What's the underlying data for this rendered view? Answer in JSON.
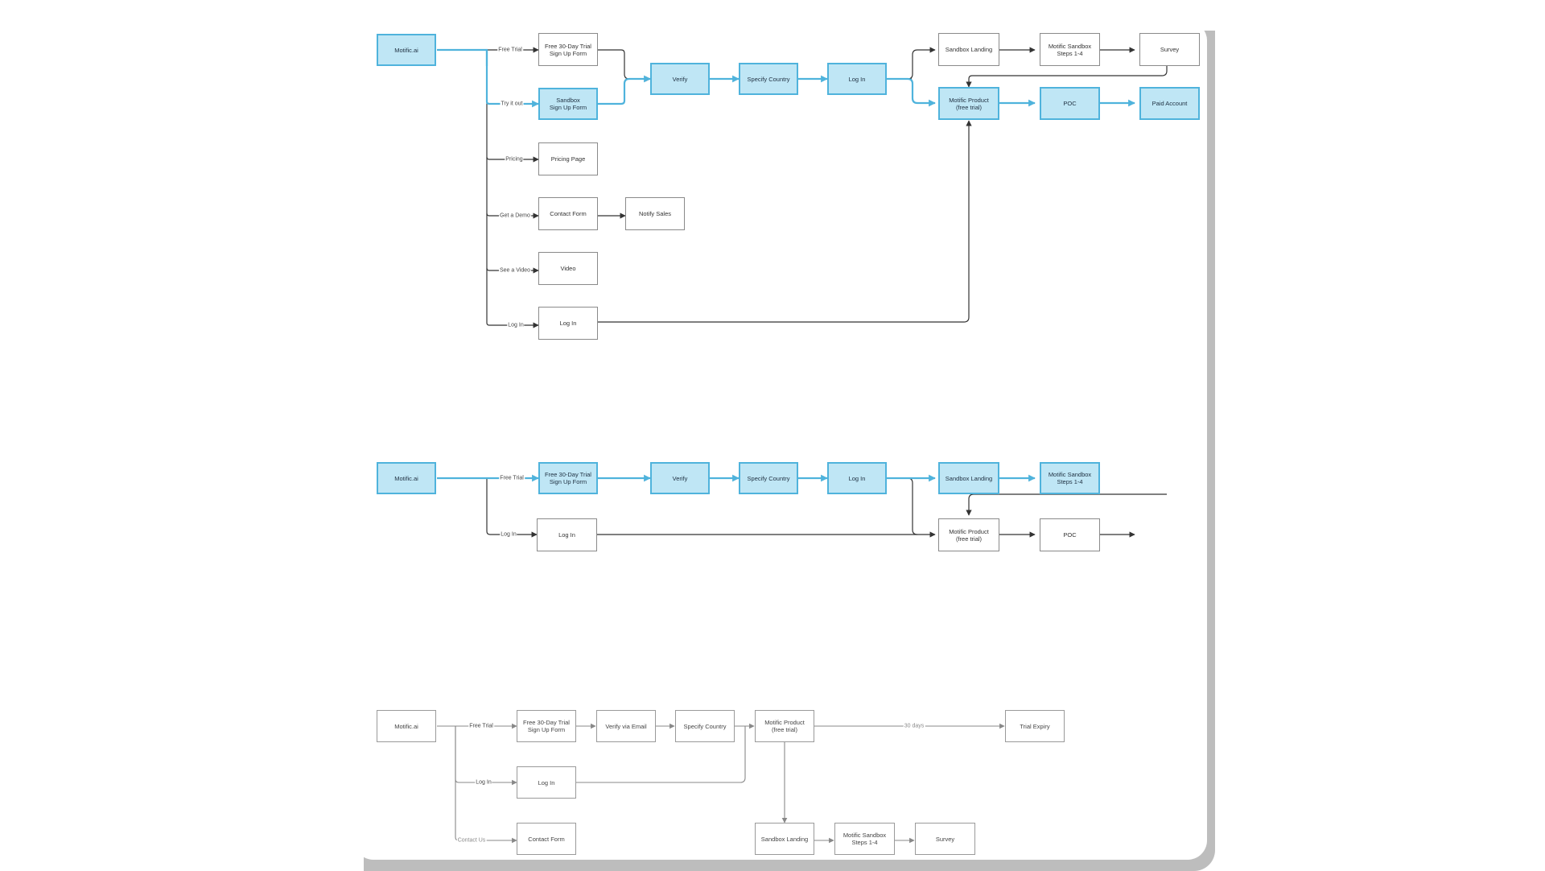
{
  "diagram1": {
    "nodes": {
      "motific": "Motific.ai",
      "free_trial_form": "Free 30-Day Trial\nSign Up Form",
      "sandbox_form": "Sandbox\nSign Up Form",
      "pricing_page": "Pricing Page",
      "contact_form": "Contact Form",
      "notify_sales": "Notify Sales",
      "video": "Video",
      "login_box": "Log In",
      "verify": "Verify",
      "specify_country": "Specify Country",
      "login": "Log In",
      "sandbox_landing": "Sandbox Landing",
      "motific_sandbox": "Motific Sandbox\nSteps 1-4",
      "survey": "Survey",
      "motific_product": "Motific Product\n(free trial)",
      "poc": "POC",
      "paid_account": "Paid Account"
    },
    "edge_labels": {
      "free_trial": "Free Trial",
      "try_it_out": "Try it out",
      "pricing": "Pricing",
      "get_a_demo": "Get a Demo",
      "see_a_video": "See a Video",
      "log_in": "Log In"
    }
  },
  "diagram2": {
    "nodes": {
      "motific": "Motific.ai",
      "free_trial_form": "Free 30-Day Trial\nSign Up Form",
      "verify": "Verify",
      "specify_country": "Specify Country",
      "login": "Log In",
      "sandbox_landing": "Sandbox Landing",
      "motific_sandbox": "Motific Sandbox\nSteps 1-4",
      "login_box": "Log In",
      "motific_product": "Motific Product\n(free trial)",
      "poc": "POC"
    },
    "edge_labels": {
      "free_trial": "Free Trial",
      "log_in": "Log In"
    }
  },
  "diagram3": {
    "nodes": {
      "motific": "Motific.ai",
      "free_trial_form": "Free 30-Day Trial\nSign Up Form",
      "verify_email": "Verify via Email",
      "specify_country": "Specify Country",
      "motific_product": "Motific Product\n(free trial)",
      "trial_expiry": "Trial Expiry",
      "login_box": "Log In",
      "contact_form": "Contact Form",
      "sandbox_landing": "Sandbox Landing",
      "motific_sandbox": "Motific Sandbox\nSteps 1-4",
      "survey": "Survey"
    },
    "edge_labels": {
      "free_trial": "Free Trial",
      "log_in": "Log In",
      "contact_us": "Contact Us",
      "thirty_days": "30 days"
    }
  },
  "colors": {
    "highlight_fill": "#bfe6f5",
    "highlight_stroke": "#4fb3dc",
    "line": "#333333",
    "line_grey": "#888888"
  }
}
